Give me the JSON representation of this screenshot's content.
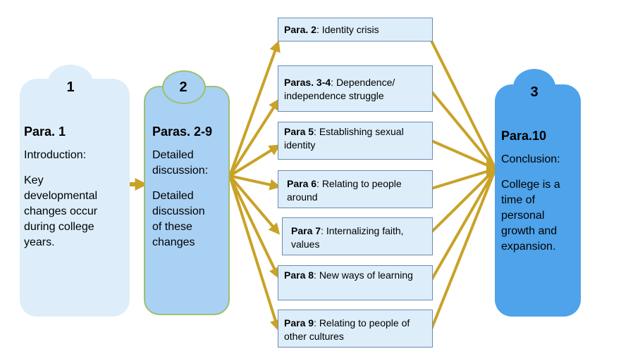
{
  "columns": {
    "c1": {
      "number": "1",
      "heading": "Para. 1",
      "subheading": "Introduction:",
      "body": [
        "Key",
        "developmental",
        "changes occur",
        "during college",
        "years."
      ]
    },
    "c2": {
      "number": "2",
      "heading": "Paras. 2-9",
      "subheading": [
        "Detailed",
        "discussion:"
      ],
      "body": [
        "Detailed",
        "discussion",
        "of these",
        "changes"
      ]
    },
    "c3": {
      "number": "3",
      "heading": "Para.10",
      "subheading": "Conclusion:",
      "body": [
        "College is a",
        "time of",
        "personal",
        "growth and",
        "expansion."
      ]
    }
  },
  "para_boxes": [
    {
      "label": "Para. 2",
      "text": ": Identity crisis"
    },
    {
      "label": "Paras. 3-4",
      "text": ": Dependence/ independence struggle"
    },
    {
      "label": "Para 5",
      "text": ": Establishing sexual identity"
    },
    {
      "label": "Para 6",
      "text": ": Relating to people around"
    },
    {
      "label": "Para 7",
      "text": ": Internalizing faith, values"
    },
    {
      "label": "Para 8",
      "text": ": New ways of learning"
    },
    {
      "label": "Para 9",
      "text": ": Relating to people of other cultures"
    }
  ],
  "colors": {
    "arrow": "#c9a227",
    "col1": "#ddeefa",
    "col2": "#a9d1f4",
    "col3": "#4ea3ea"
  }
}
